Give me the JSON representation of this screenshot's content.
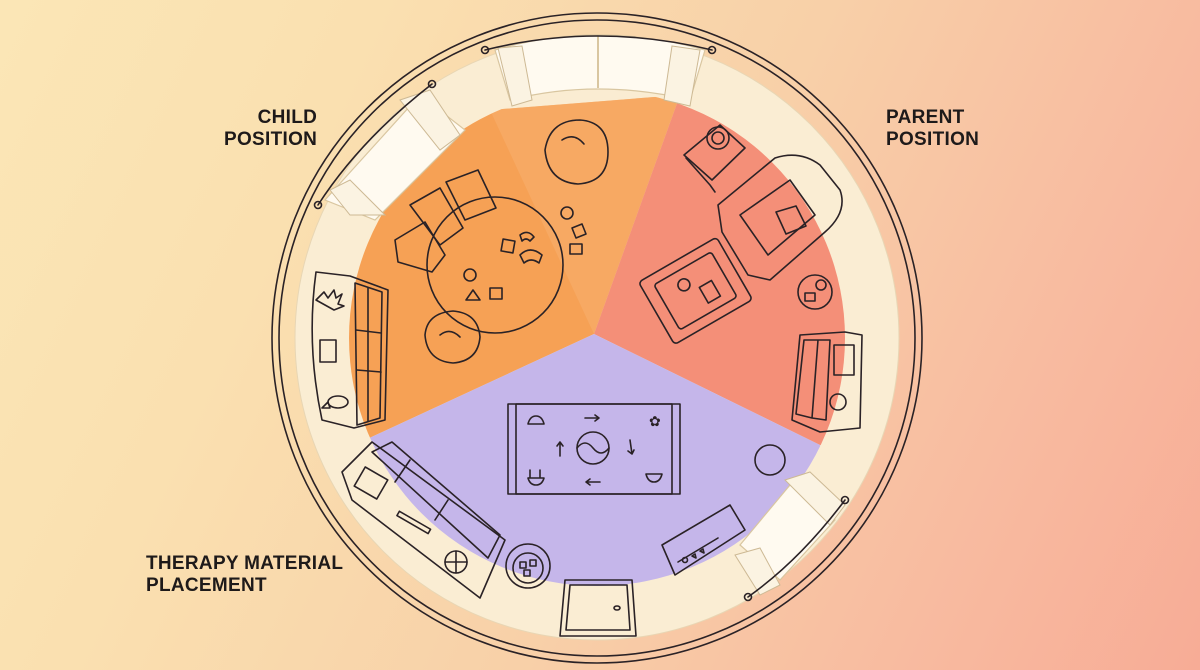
{
  "diagram": {
    "type": "top-down room layout (circular therapy room)",
    "labels": {
      "child": [
        "CHILD",
        "POSITION"
      ],
      "parent": [
        "PARENT",
        "POSITION"
      ],
      "therapy": [
        "THERAPY MATERIAL",
        "PLACEMENT"
      ]
    },
    "zones": [
      {
        "name": "Child Position",
        "color": "#f6a155",
        "items": [
          "bean bag chairs",
          "floor cushions",
          "round rug",
          "shape toys",
          "bookshelf with plant"
        ]
      },
      {
        "name": "Parent Position",
        "color": "#f48f78",
        "items": [
          "armchair",
          "side table with lamp",
          "coffee table",
          "round side table",
          "cabinet with panel"
        ]
      },
      {
        "name": "Therapy Material Placement",
        "color": "#c5b6ea",
        "items": [
          "activity rug with yin-yang",
          "curved shelf with materials",
          "basket of blocks",
          "wall panel",
          "round stool",
          "door"
        ]
      }
    ],
    "colors": {
      "background_left": "#fbe6b6",
      "background_right": "#f7ac96",
      "wall_ring": "#f9e9c8",
      "child_zone": "#f6a155",
      "parent_zone": "#f48f78",
      "therapy_zone": "#c5b6ea",
      "bean_bag": "#8fd6be",
      "outline": "#2a2226"
    }
  }
}
